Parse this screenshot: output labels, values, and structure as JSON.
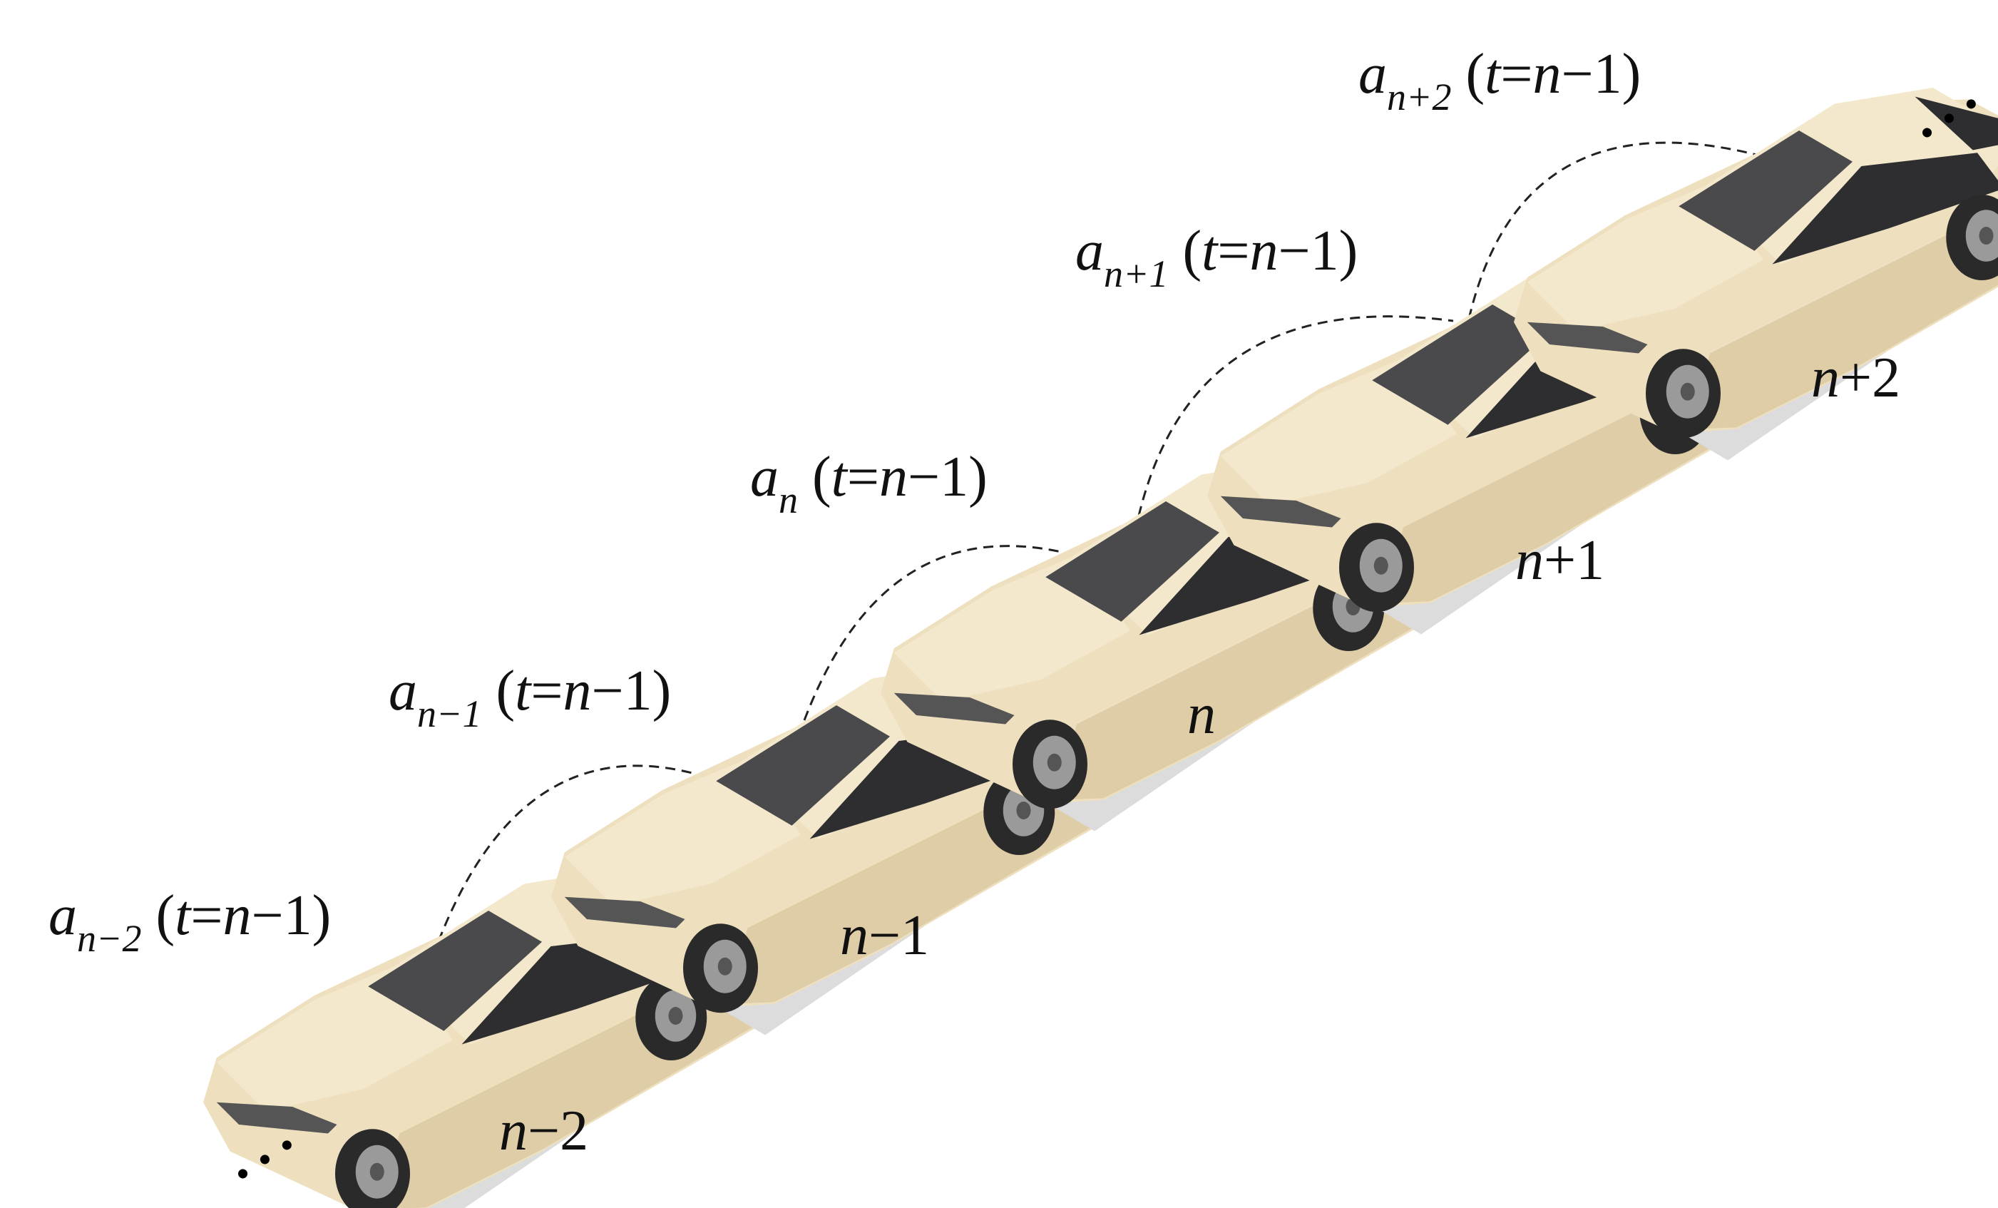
{
  "diagram": {
    "ellipsis_text": "…",
    "colors": {
      "car_body": "#eee0bf",
      "car_body_shade": "#d9c8a0",
      "car_roof": "#f3e8cc",
      "glass": "#4a4a4c",
      "glass_dark": "#2e2e30",
      "tire": "#2a2a2a",
      "rim": "#9a9a9a",
      "tail_light": "#d84a4a",
      "ground_shadow": "#dcdcdc",
      "dashed_link": "#222222"
    },
    "vehicles": [
      {
        "index_label": {
          "var": "n",
          "op": "−",
          "num": "2"
        },
        "accel_label": {
          "var": "a",
          "sub": "n−2",
          "open": " (",
          "t": "t",
          "eq": "=",
          "n": "n",
          "rest": "−1)"
        }
      },
      {
        "index_label": {
          "var": "n",
          "op": "−",
          "num": "1"
        },
        "accel_label": {
          "var": "a",
          "sub": "n−1",
          "open": " (",
          "t": "t",
          "eq": "=",
          "n": "n",
          "rest": "−1)"
        }
      },
      {
        "index_label": {
          "var": "n",
          "op": "",
          "num": ""
        },
        "accel_label": {
          "var": "a",
          "sub": "n",
          "open": " (",
          "t": "t",
          "eq": "=",
          "n": "n",
          "rest": "−1)"
        }
      },
      {
        "index_label": {
          "var": "n",
          "op": "+",
          "num": "1"
        },
        "accel_label": {
          "var": "a",
          "sub": "n+1",
          "open": " (",
          "t": "t",
          "eq": "=",
          "n": "n",
          "rest": "−1)"
        }
      },
      {
        "index_label": {
          "var": "n",
          "op": "+",
          "num": "2"
        },
        "accel_label": {
          "var": "a",
          "sub": "n+2",
          "open": " (",
          "t": "t",
          "eq": "=",
          "n": "n",
          "rest": "−1)"
        }
      }
    ]
  }
}
